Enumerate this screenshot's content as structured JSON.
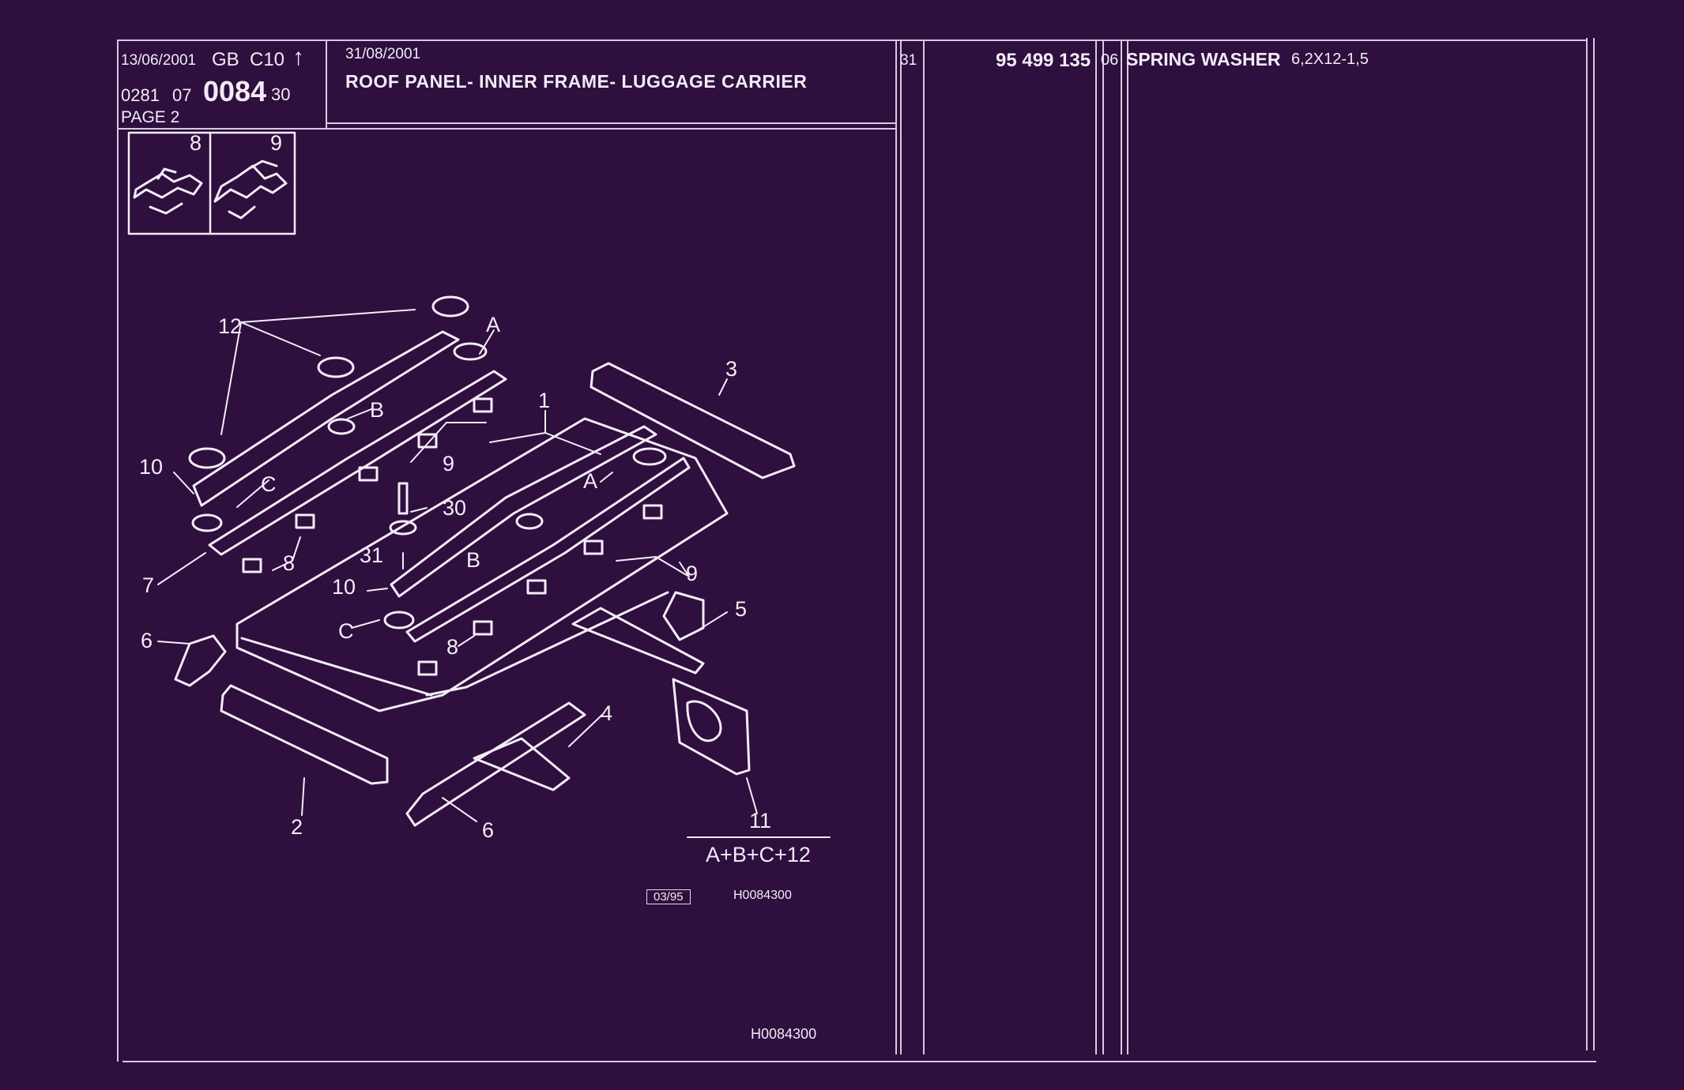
{
  "header": {
    "date_issue": "13/06/2001",
    "market": "GB",
    "model_code": "C10",
    "ref_prefix_a": "0281",
    "ref_prefix_b": "07",
    "ref_main": "0084",
    "ref_suffix": "30",
    "page_label": "PAGE 2",
    "date_revision": "31/08/2001",
    "title": "ROOF PANEL- INNER FRAME- LUGGAGE CARRIER"
  },
  "thumbnails": [
    {
      "number": "8"
    },
    {
      "number": "9"
    }
  ],
  "parts_list": [
    {
      "item": "31",
      "part_number": "95 499 135",
      "qty": "06",
      "description": "SPRING WASHER",
      "spec": "6,2X12-1,5"
    }
  ],
  "diagram": {
    "callouts": [
      "12",
      "A",
      "3",
      "1",
      "B",
      "9",
      "10",
      "C",
      "30",
      "A",
      "8",
      "31",
      "B",
      "9",
      "7",
      "10",
      "5",
      "C",
      "8",
      "6",
      "4",
      "2",
      "6",
      "11"
    ],
    "kit_note": "A+B+C+12",
    "date_box": "03/95",
    "drawing_ref": "H0084300"
  },
  "footer": {
    "drawing_ref": "H0084300"
  },
  "colors": {
    "background": "#2e0f3d",
    "lines": "#e6d9ee"
  }
}
